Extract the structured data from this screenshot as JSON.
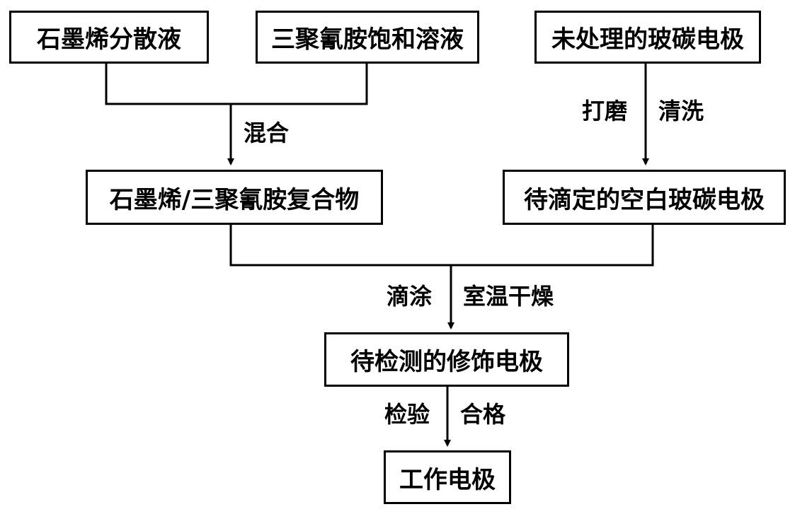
{
  "nodes": {
    "graphene_dispersion": "石墨烯分散液",
    "melamine_solution": "三聚氰胺饱和溶液",
    "untreated_gce": "未处理的玻碳电极",
    "composite": "石墨烯/三聚氰胺复合物",
    "blank_gce": "待滴定的空白玻碳电极",
    "modified_electrode": "待检测的修饰电极",
    "working_electrode": "工作电极"
  },
  "edges": {
    "mix": "混合",
    "polish": "打磨",
    "wash": "清洗",
    "drop_coat": "滴涂",
    "dry": "室温干燥",
    "inspect": "检验",
    "qualified": "合格"
  }
}
